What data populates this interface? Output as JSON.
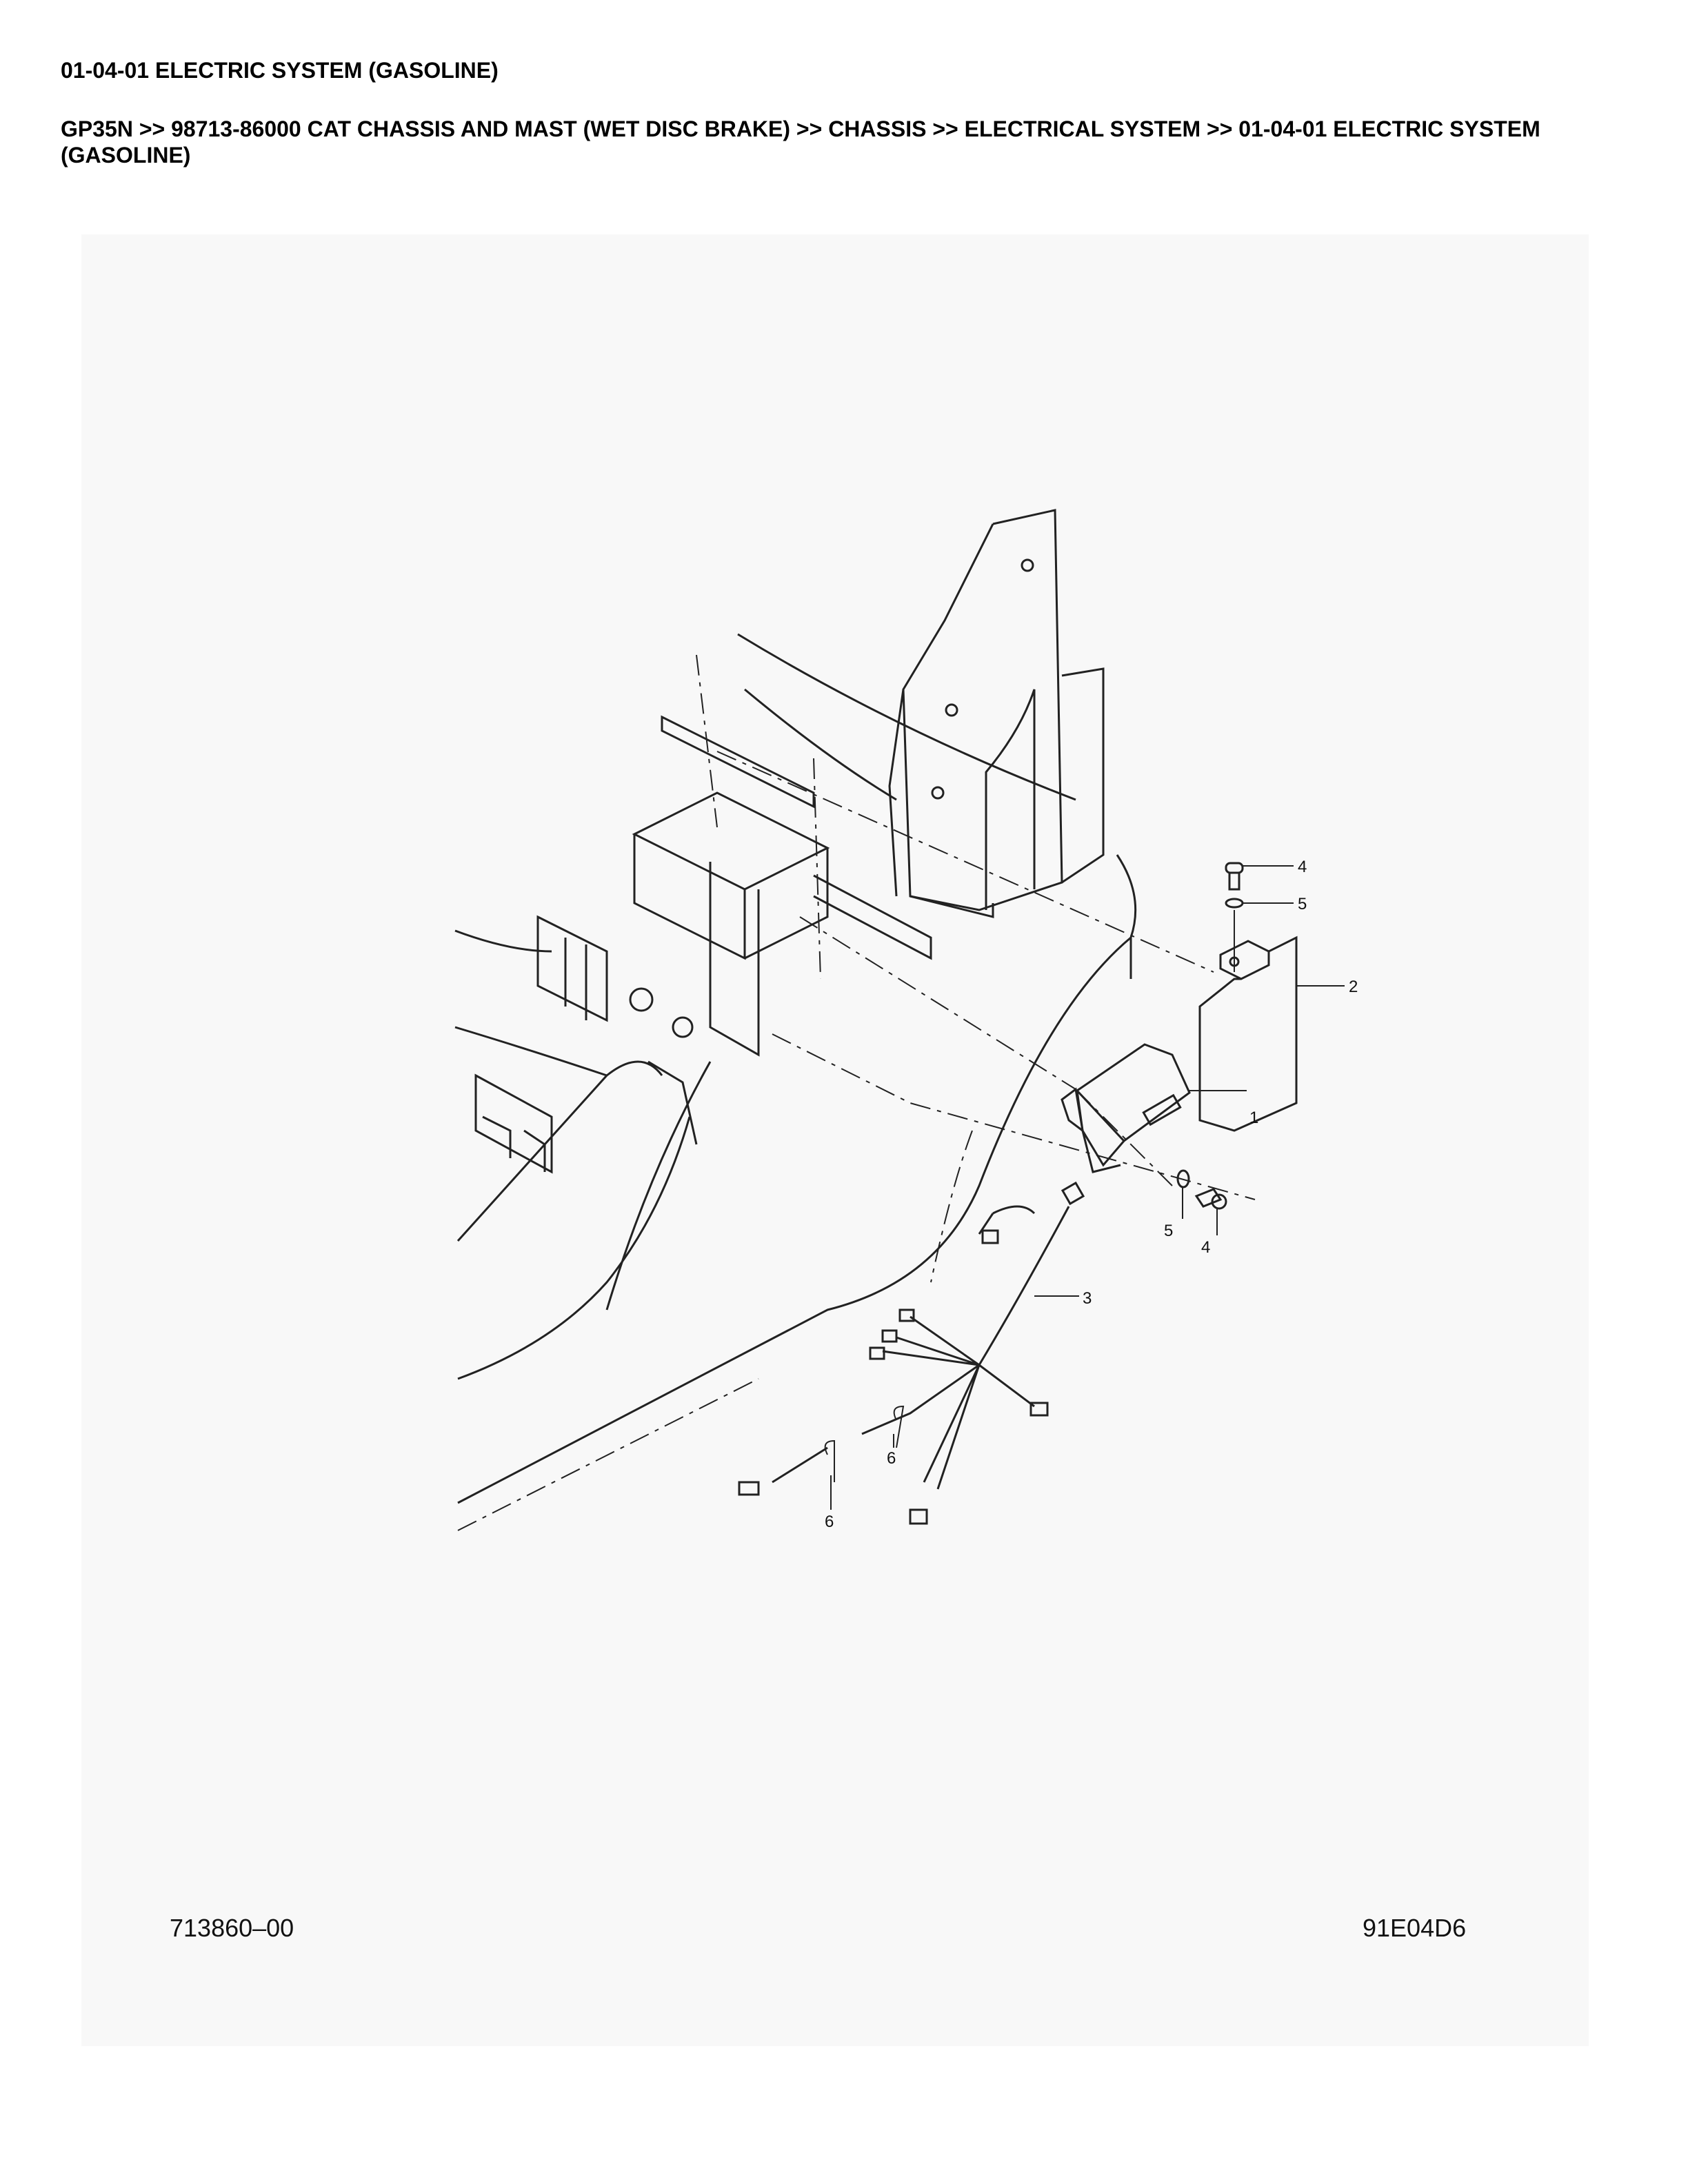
{
  "header": {
    "title": "01-04-01 ELECTRIC SYSTEM (GASOLINE)",
    "breadcrumb": "GP35N >> 98713-86000 CAT CHASSIS AND MAST (WET DISC BRAKE) >> CHASSIS >> ELECTRICAL SYSTEM >> 01-04-01 ELECTRIC SYSTEM (GASOLINE)"
  },
  "diagram": {
    "callouts": [
      "4",
      "5",
      "2",
      "1",
      "5",
      "4",
      "3",
      "6",
      "6"
    ],
    "drawing_number": "713860–00",
    "figure_code": "91E04D6"
  }
}
